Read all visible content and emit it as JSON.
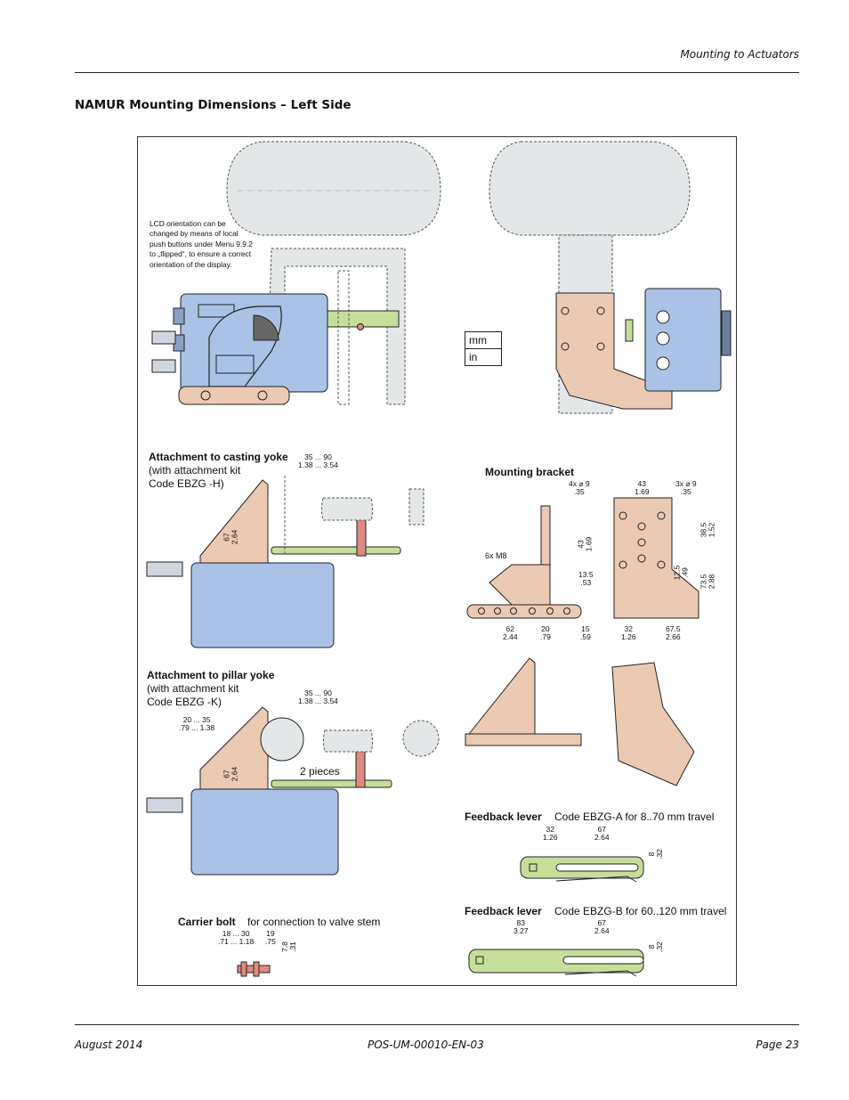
{
  "header": {
    "section": "Mounting to Actuators"
  },
  "title": "NAMUR Mounting Dimensions – Left Side",
  "figure": {
    "lcd_note": "LCD orientation can be changed by means of local push buttons under Menu 9.9.2 to „flipped“, to ensure a correct orientation of the display.",
    "units": [
      "mm",
      "in"
    ],
    "casting_yoke": {
      "heading": "Attachment to casting yoke",
      "kit_line1": "(with attachment kit",
      "kit_line2": "Code EBZG -H)",
      "dim_mm": "35 ... 90",
      "dim_in": "1.38 ... 3.54",
      "height_mm": "67",
      "height_in": "2.64"
    },
    "pillar_yoke": {
      "heading": "Attachment to pillar yoke",
      "kit_line1": "(with attachment kit",
      "kit_line2": "Code EBZG -K)",
      "dim_mm": "35 ... 90",
      "dim_in": "1.38 ... 3.54",
      "dia_mm": "20 ... 35",
      "dia_in": ".79 ... 1.38",
      "height_mm": "67",
      "height_in": "2.64",
      "pieces": "2 pieces"
    },
    "bracket": {
      "heading": "Mounting bracket",
      "holes4": "4x",
      "holes4_mm": "9",
      "holes4_in": ".35",
      "holes3": "3x",
      "holes3_mm": "9",
      "holes3_in": ".35",
      "thread": "6x M8",
      "d43_mm": "43",
      "d43_in": "1.69",
      "d43v_mm": "43",
      "d43v_in": "1.69",
      "d385_mm": "38.5",
      "d385_in": "1.52",
      "d125_mm": "12.5",
      "d125_in": ".49",
      "d735_mm": "73.5",
      "d735_in": "2.88",
      "d135_mm": "13.5",
      "d135_in": ".53",
      "d15_mm": "15",
      "d15_in": ".59",
      "d62_mm": "62",
      "d62_in": "2.44",
      "d20_mm": "20",
      "d20_in": ".79",
      "d32_mm": "32",
      "d32_in": "1.26",
      "d675_mm": "67.5",
      "d675_in": "2.66"
    },
    "lever_a": {
      "heading": "Feedback lever",
      "code": "Code EBZG-A for 8..70 mm travel",
      "d32_mm": "32",
      "d32_in": "1.26",
      "d67_mm": "67",
      "d67_in": "2.64",
      "d8_mm": "8",
      "d8_in": ".32"
    },
    "lever_b": {
      "heading": "Feedback lever",
      "code": "Code EBZG-B for 60..120 mm travel",
      "d83_mm": "83",
      "d83_in": "3.27",
      "d67_mm": "67",
      "d67_in": "2.64",
      "d8_mm": "8",
      "d8_in": ".32"
    },
    "carrier_bolt": {
      "heading": "Carrier bolt",
      "desc": "for connection to valve stem",
      "d1_mm": "18 ... 30",
      "d1_in": ".71 ... 1.18",
      "d2_mm": "19",
      "d2_in": ".75",
      "d3_mm": "7.8",
      "d3_in": ".31"
    }
  },
  "footer": {
    "date": "August 2014",
    "doc": "POS-UM-00010-EN-03",
    "page": "Page 23"
  },
  "colors": {
    "actuator_fill": "#e4e7e8",
    "positioner_blue": "#a9c2e6",
    "bracket_tan": "#ecc9b3",
    "lever_green": "#c5df9a",
    "bolt_red": "#e08a80"
  }
}
